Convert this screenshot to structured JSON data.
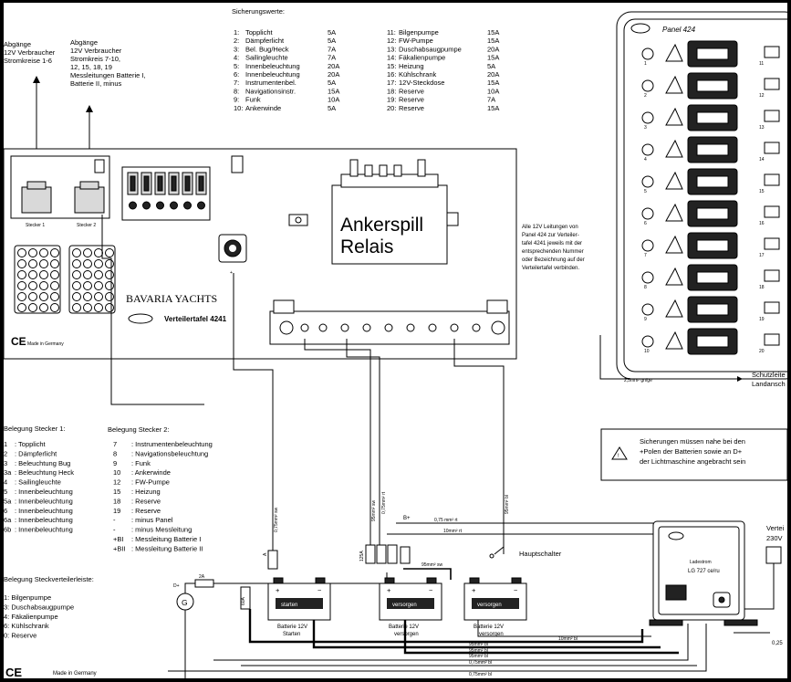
{
  "fuse_table": {
    "title": "Sicherungswerte:",
    "left": [
      [
        "1:",
        "Topplicht",
        "5A"
      ],
      [
        "2:",
        "Dämpferlicht",
        "5A"
      ],
      [
        "3:",
        "Bel. Bug/Heck",
        "7A"
      ],
      [
        "4:",
        "Sailingleuchte",
        "7A"
      ],
      [
        "5:",
        "Innenbeleuchtung",
        "20A"
      ],
      [
        "6:",
        "Innenbeleuchtung",
        "20A"
      ],
      [
        "7:",
        "Instrumentenbel.",
        "5A"
      ],
      [
        "8:",
        "Navigationsinstr.",
        "15A"
      ],
      [
        "9:",
        "Funk",
        "10A"
      ],
      [
        "10:",
        "Ankerwinde",
        "5A"
      ]
    ],
    "right": [
      [
        "11:",
        "Bilgenpumpe",
        "15A"
      ],
      [
        "12:",
        "FW-Pumpe",
        "15A"
      ],
      [
        "13:",
        "Duschabsaugpumpe",
        "20A"
      ],
      [
        "14:",
        "Fäkalienpumpe",
        "15A"
      ],
      [
        "15:",
        "Heizung",
        "5A"
      ],
      [
        "16:",
        "Kühlschrank",
        "20A"
      ],
      [
        "17:",
        "12V-Steckdose",
        "15A"
      ],
      [
        "18:",
        "Reserve",
        "10A"
      ],
      [
        "19:",
        "Reserve",
        "7A"
      ],
      [
        "20:",
        "Reserve",
        "15A"
      ]
    ]
  },
  "outputs_1": [
    "Abgänge",
    "12V Verbraucher",
    "Stromkreise 1-6"
  ],
  "outputs_2": [
    "Abgänge",
    "12V Verbraucher",
    "Stromkreis 7-10,",
    "12, 15, 18, 19",
    "Messleitungen Batterie I,",
    "Batterie II, minus"
  ],
  "stecker1_label": "Stecker 1",
  "stecker2_label": "Stecker 2",
  "relay_label": [
    "Ankerspill",
    "Relais"
  ],
  "bavaria_logo": "BAVARIA YACHTS",
  "board_title": "Verteilertafel 4241",
  "made_in_germany_small": "Made in Germany",
  "made_in_germany": "Made in Germany",
  "ce_mark": "CE",
  "panel_title": "Panel 424",
  "panel_switch_numbers": [
    "1",
    "2",
    "3",
    "4",
    "5",
    "6",
    "7",
    "8",
    "9",
    "10"
  ],
  "panel_right_numbers": [
    "11",
    "12",
    "13",
    "14",
    "15",
    "16",
    "17",
    "18",
    "19",
    "20"
  ],
  "panel_note": [
    "Alle 12V Leitungen von",
    "Panel 424 zur Verteiler-",
    "tafel 4241 jeweils mit der",
    "entsprechenden Nummer",
    "oder Bezeichnung auf der",
    "Verteilertafel verbinden."
  ],
  "schutzleiter_label": [
    "Schutzleite",
    "Landansch"
  ],
  "panel_cable_label": "2,5mm² gn/ge",
  "warning_text": [
    "Sicherungen müssen nahe bei den",
    "+Polen der Batterien sowie an D+",
    "der Lichtmaschine angebracht sein"
  ],
  "stecker1_assignment": {
    "title": "Belegung Stecker 1:",
    "items": [
      [
        "1",
        ": Topplicht"
      ],
      [
        "2",
        ": Dämpferlicht"
      ],
      [
        "3",
        ": Beleuchtung Bug"
      ],
      [
        "3a",
        ": Beleuchtung Heck"
      ],
      [
        "4",
        ": Sailingleuchte"
      ],
      [
        "5",
        ": Innenbeleuchtung"
      ],
      [
        "5a",
        ": Innenbeleuchtung"
      ],
      [
        "6",
        ": Innenbeleuchtung"
      ],
      [
        "6a",
        ": Innenbeleuchtung"
      ],
      [
        "6b",
        ": Innenbeleuchtung"
      ]
    ]
  },
  "stecker2_assignment": {
    "title": "Belegung Stecker 2:",
    "items": [
      [
        "7",
        ": Instrumentenbeleuchtung"
      ],
      [
        "8",
        ": Navigationsbeleuchtung"
      ],
      [
        "9",
        ": Funk"
      ],
      [
        "10",
        ": Ankerwinde"
      ],
      [
        "12",
        ": FW-Pumpe"
      ],
      [
        "15",
        ": Heizung"
      ],
      [
        "18",
        ": Reserve"
      ],
      [
        "19",
        ": Reserve"
      ],
      [
        "-",
        ": minus Panel"
      ],
      [
        "-",
        ": minus Messleitung"
      ],
      [
        "+BI",
        ": Messleitung Batterie I"
      ],
      [
        "+BII",
        ": Messleitung Batterie II"
      ]
    ]
  },
  "socket_strip": {
    "title": "Belegung Steckverteilerleiste:",
    "items": [
      "1: Bilgenpumpe",
      "3: Duschabsaugpumpe",
      "4: Fäkalienpumpe",
      "6: Kühlschrank",
      "0: Reserve"
    ]
  },
  "batteries": [
    {
      "tag": "starten",
      "caption": [
        "Batterie 12V",
        "Starten"
      ]
    },
    {
      "tag": "versorgen",
      "caption": [
        "Batterie 12V",
        "versorgen"
      ]
    },
    {
      "tag": "versorgen",
      "caption": [
        "Batterie 12V",
        "versorgen"
      ]
    }
  ],
  "main_switch": "Hauptschalter",
  "charger": {
    "line1": "Ladestrom",
    "line2": "LG 727 ce/ru"
  },
  "mains": [
    "Vertei",
    "230V"
  ],
  "wire_labels": {
    "w075_top": "0,75 mm² rt",
    "w10_top": "10mm² rt",
    "w95sw": "95mm² sw",
    "b_plus": "B+",
    "w95bl_1": "95mm² bl",
    "w95bl_2": "95mm² bl",
    "w95bl_3": "95mm² bl",
    "w10bl": "10mm² bl",
    "w075bl_1": "0,75mm² bl",
    "w075bl_2": "0,75mm² bl",
    "v075sw": "0,75mm² sw",
    "v95sw": "95mm² sw",
    "v075rt": "0,75mm² rt",
    "v95bl": "95mm² bl",
    "w025": "0,25",
    "fuse_2a": "2A",
    "fuse_a": "A",
    "fuse_60a": "60A",
    "fuse_125a": "125A",
    "generator": "G",
    "d_plus": "D+"
  }
}
